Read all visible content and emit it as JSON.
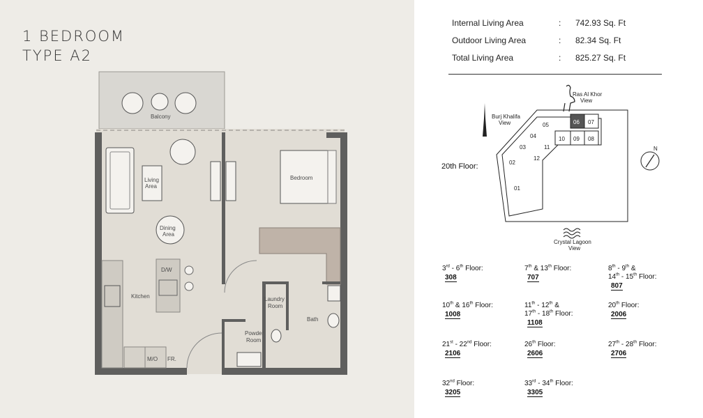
{
  "title": {
    "line1": "1 BEDROOM",
    "line2": "TYPE A2"
  },
  "rooms": {
    "balcony": "Balcony",
    "living": [
      "Living",
      "Area"
    ],
    "dining": [
      "Dining",
      "Area"
    ],
    "bedroom": "Bedroom",
    "dw": "D/W",
    "kitchen": "Kitchen",
    "laundry": [
      "Laundry",
      "Room"
    ],
    "bath": "Bath",
    "powder": [
      "Powder",
      "Room"
    ],
    "mo": "M/O",
    "fr": "FR."
  },
  "areas": [
    {
      "label": "Internal Living Area",
      "value": "742.93 Sq. Ft"
    },
    {
      "label": "Outdoor Living Area",
      "value": "82.34 Sq. Ft"
    },
    {
      "label": "Total Living Area",
      "value": "825.27 Sq. Ft"
    }
  ],
  "areas_separator": ":",
  "key_plan": {
    "floor_label": "20th Floor:",
    "ras_al_khor": [
      "Ras Al Khor",
      "View"
    ],
    "burj_khalifa": [
      "Burj Khalifa",
      "View"
    ],
    "crystal_lagoon": [
      "Crystal Lagoon",
      "View"
    ],
    "north": "N",
    "units": [
      "01",
      "02",
      "03",
      "04",
      "05",
      "06",
      "07",
      "08",
      "09",
      "10",
      "11",
      "12"
    ],
    "highlight_unit": "06",
    "highlight_color": "#555555"
  },
  "floors": [
    {
      "label": "3rd - 6th Floor:",
      "unit": "308"
    },
    {
      "label": "7th & 13th Floor:",
      "unit": "707"
    },
    {
      "label": "8th - 9th & 14th - 15th Floor:",
      "unit": "807"
    },
    {
      "label": "10th & 16th Floor:",
      "unit": "1008"
    },
    {
      "label": "11th - 12th & 17th - 18th Floor:",
      "unit": "1108"
    },
    {
      "label": "20th Floor:",
      "unit": "2006"
    },
    {
      "label": "21st - 22nd Floor:",
      "unit": "2106"
    },
    {
      "label": "26th Floor:",
      "unit": "2606"
    },
    {
      "label": "27th - 28th Floor:",
      "unit": "2706"
    },
    {
      "label": "32nd Floor:",
      "unit": "3205"
    },
    {
      "label": "33rd - 34th Floor:",
      "unit": "3305"
    }
  ]
}
